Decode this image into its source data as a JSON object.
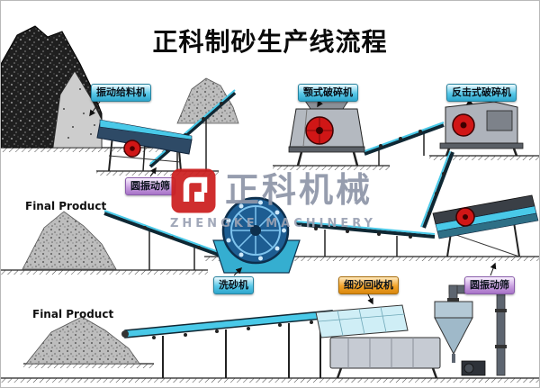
{
  "title": "正科制砂生产线流程",
  "watermark": {
    "logo": "zhengke-logo",
    "brand_cn": "正科机械",
    "brand_en": "ZHENGKE MACHINERY"
  },
  "labels": {
    "vibrating_feeder": "振动给料机",
    "jaw_crusher": "颚式破碎机",
    "impact_crusher": "反击式破碎机",
    "circular_screen_top": "圆振动筛",
    "sand_washer": "洗砂机",
    "fine_sand_recycler": "细沙回收机",
    "circular_screen_bottom": "圆振动筛",
    "final_product": "Final Product"
  },
  "colors": {
    "label_cyan": "#57c8e8",
    "label_purple": "#c9a0e0",
    "label_orange": "#f2a32a",
    "logo_red": "#cc1f1f",
    "conveyor_cyan": "#49c9e8",
    "machine_red": "#d01616",
    "watermark_gray": "#8f96a8"
  }
}
